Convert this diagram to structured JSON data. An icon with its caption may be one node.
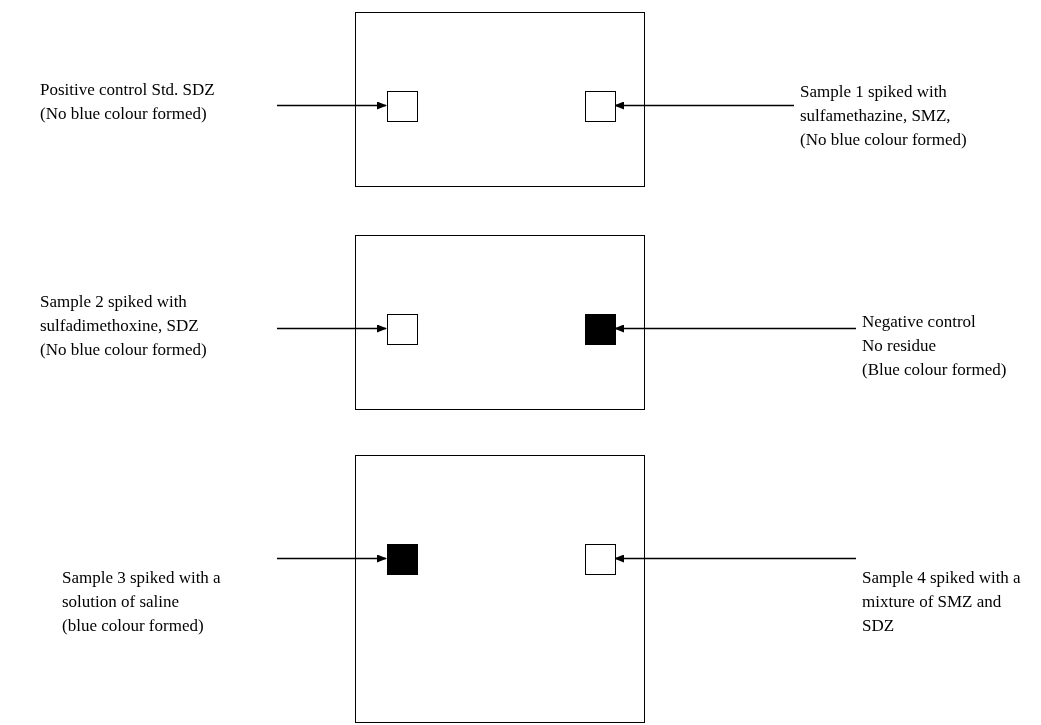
{
  "diagram": {
    "nodes": [
      {
        "text": [],
        "shape": "box"
      },
      {
        "text": [],
        "shape": "box",
        "in": 0
      },
      {
        "text": [],
        "shape": "box",
        "in": 0
      },
      {
        "text": [
          "Positive control Std. SDZ",
          "(No blue colour formed)"
        ]
      },
      {
        "text": [
          "Sample 1 spiked with sulfamethazine, SMZ,",
          "(No blue colour formed)"
        ]
      },
      {
        "text": [],
        "shape": "box"
      },
      {
        "text": [],
        "shape": "box",
        "in": 5
      },
      {
        "text": [],
        "shape": "box",
        "in": 5
      },
      {
        "text": [
          "Sample 2 spiked with sulfadimethoxine, SDZ",
          "(No blue colour formed)"
        ]
      },
      {
        "text": [
          "Negative control",
          "No residue",
          "(Blue colour formed)"
        ]
      },
      {
        "text": [],
        "shape": "box"
      },
      {
        "text": [],
        "shape": "box",
        "in": 10
      },
      {
        "text": [],
        "shape": "box",
        "in": 10
      },
      {
        "text": [
          "Sample 3 spiked with a solution of saline",
          "(blue colour formed)"
        ]
      },
      {
        "text": [
          "Sample 4 spiked with a mixture of SMZ and SDZ"
        ]
      }
    ],
    "edges": [
      {
        "from": 3,
        "to": 1,
        "arrow": "to"
      },
      {
        "from": 4,
        "to": 2,
        "arrow": "to"
      },
      {
        "from": 8,
        "to": 6,
        "arrow": "to"
      },
      {
        "from": 9,
        "to": 7,
        "arrow": "to"
      },
      {
        "from": 13,
        "to": 11,
        "arrow": "to"
      },
      {
        "from": 14,
        "to": 12,
        "arrow": "to"
      }
    ]
  }
}
